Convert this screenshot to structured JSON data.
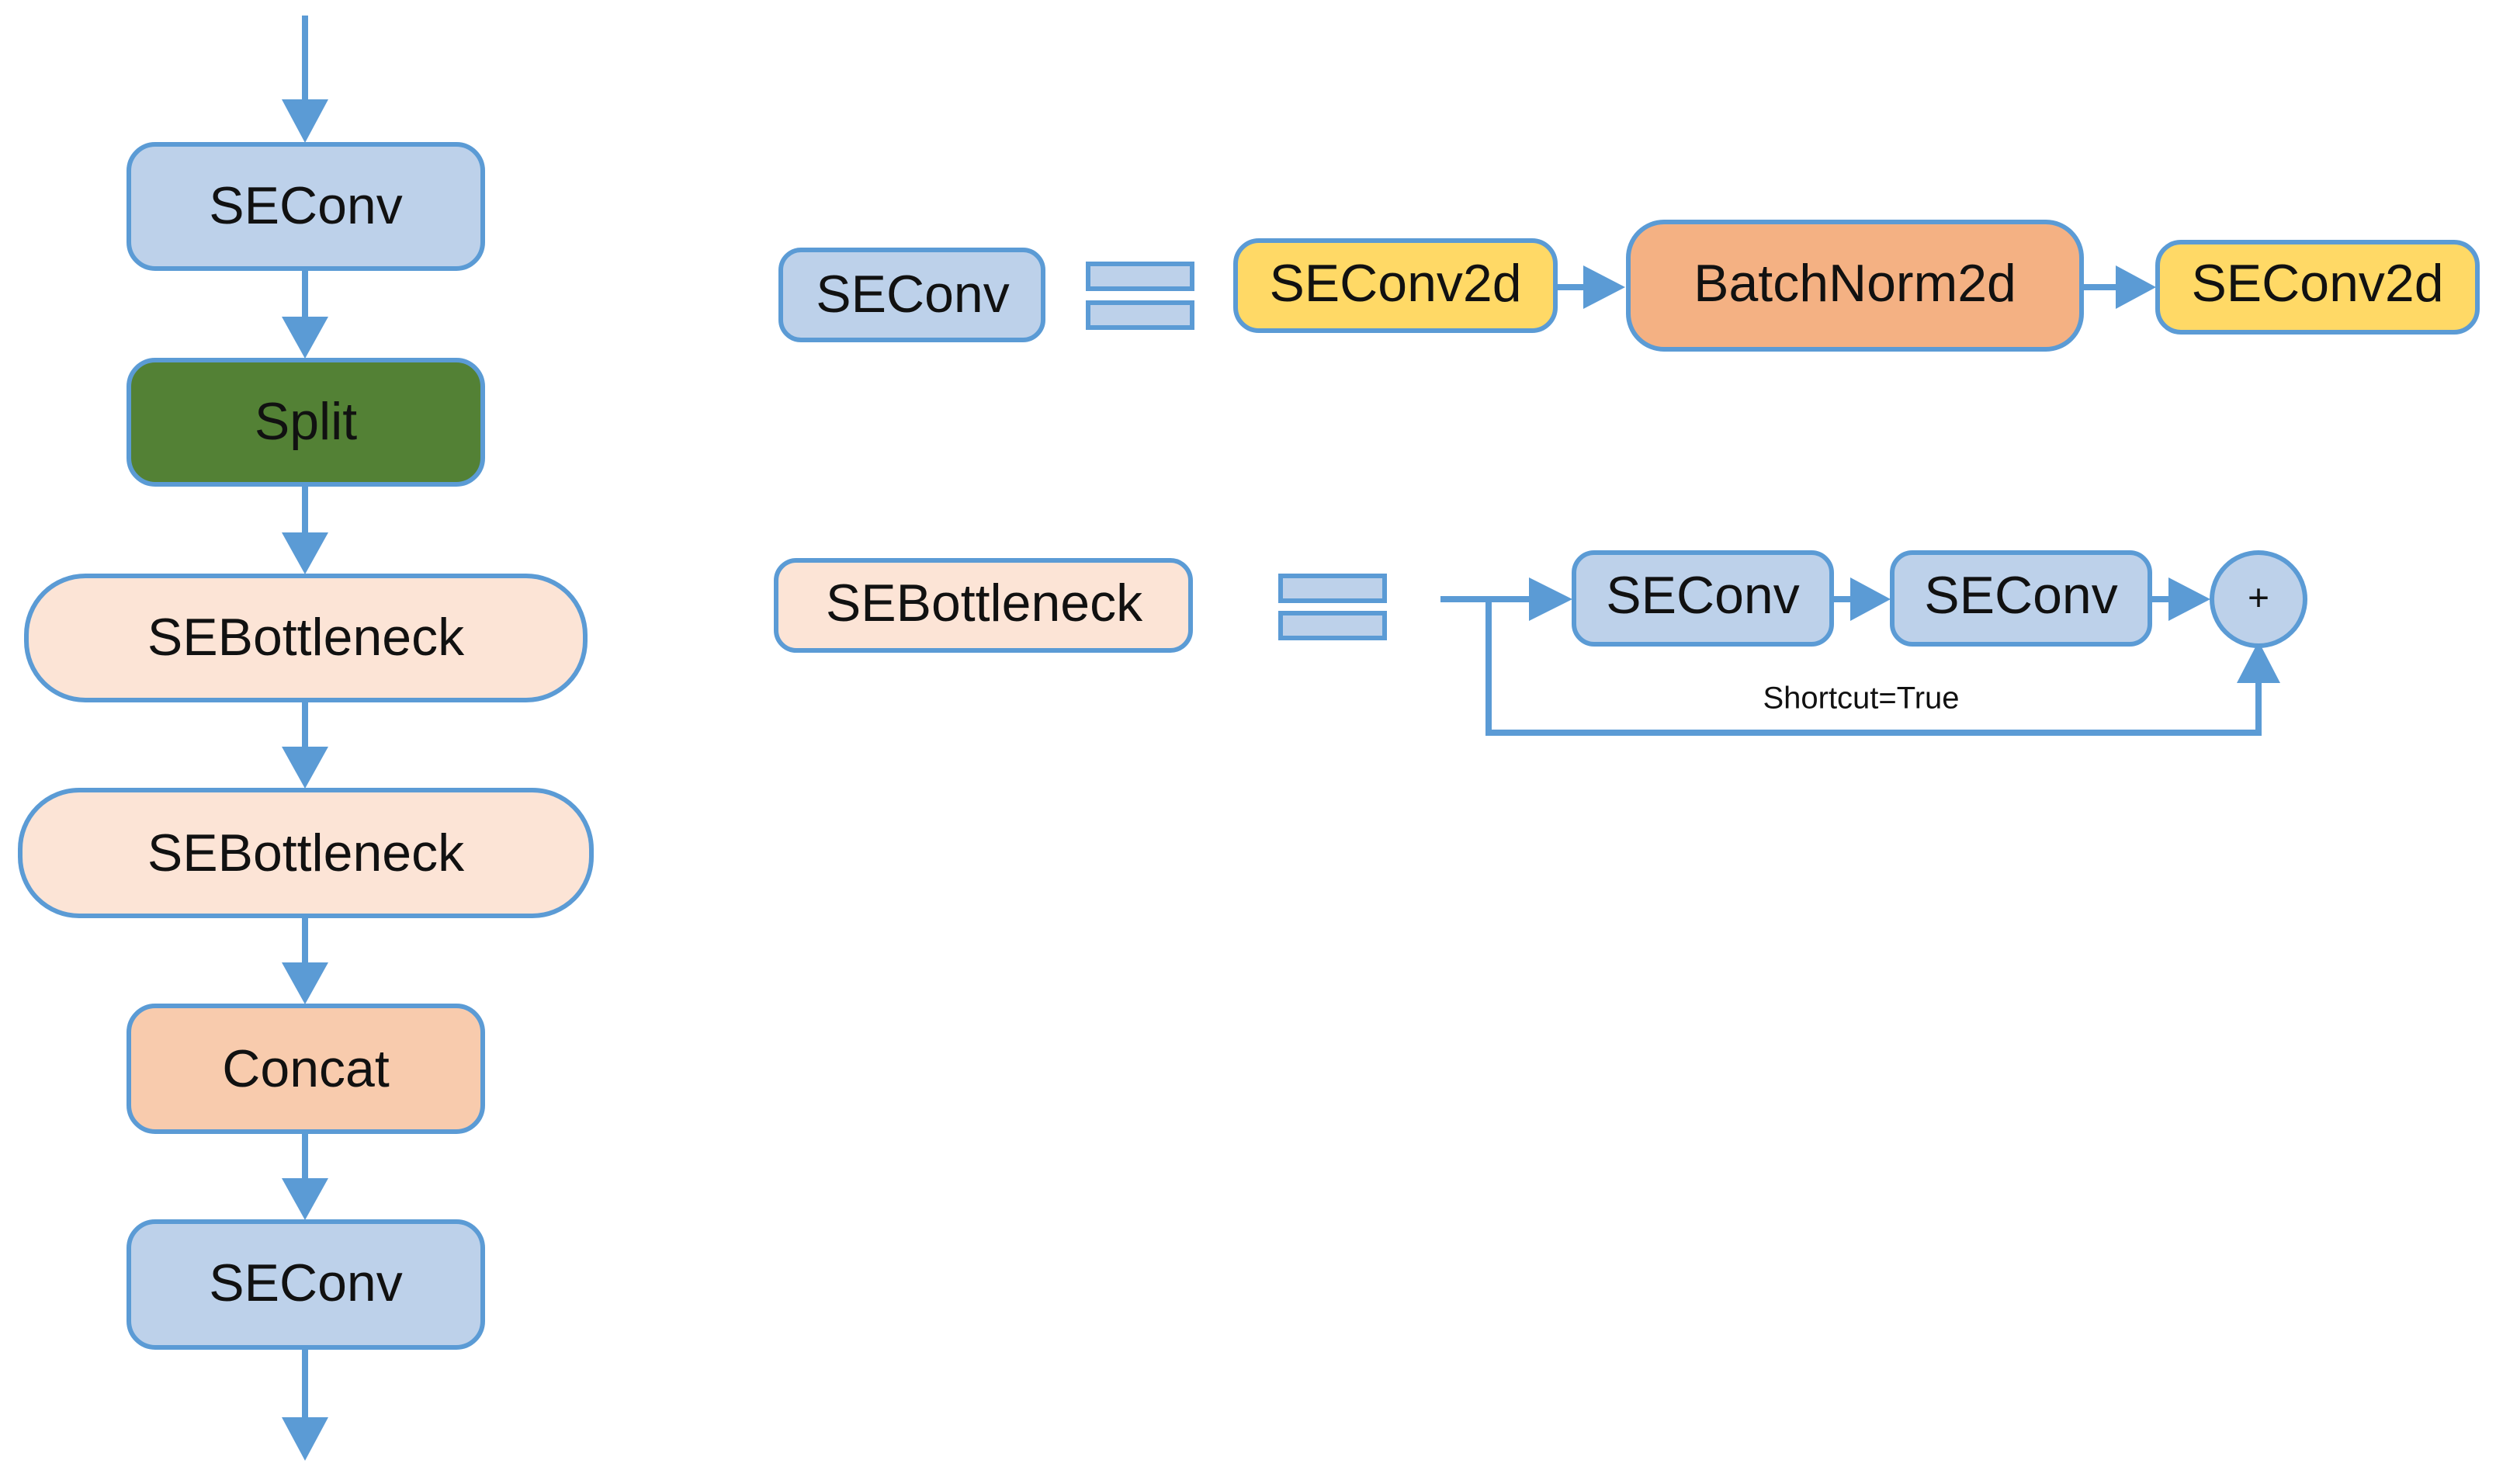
{
  "colors": {
    "edge": "#5B9BD5",
    "stroke": "#5B9BD5",
    "seconv_fill": "#BDD1EA",
    "split_fill": "#538135",
    "bottleneck_fill": "#FCE4D6",
    "concat_fill": "#F8CBAD",
    "seconv2d_fill": "#FFD966",
    "batchnorm_fill": "#F4B183"
  },
  "left_column": {
    "seconv_top": "SEConv",
    "split": "Split",
    "bottleneck_1": "SEBottleneck",
    "bottleneck_2": "SEBottleneck",
    "concat": "Concat",
    "seconv_bottom": "SEConv"
  },
  "seconv_definition": {
    "term": "SEConv",
    "equals_icon": "equals-icon",
    "steps": [
      "SEConv2d",
      "BatchNorm2d",
      "SEConv2d"
    ]
  },
  "bottleneck_definition": {
    "term": "SEBottleneck",
    "equals_icon": "equals-icon",
    "steps": [
      "SEConv",
      "SEConv"
    ],
    "add_symbol": "+",
    "shortcut_label": "Shortcut=True"
  }
}
